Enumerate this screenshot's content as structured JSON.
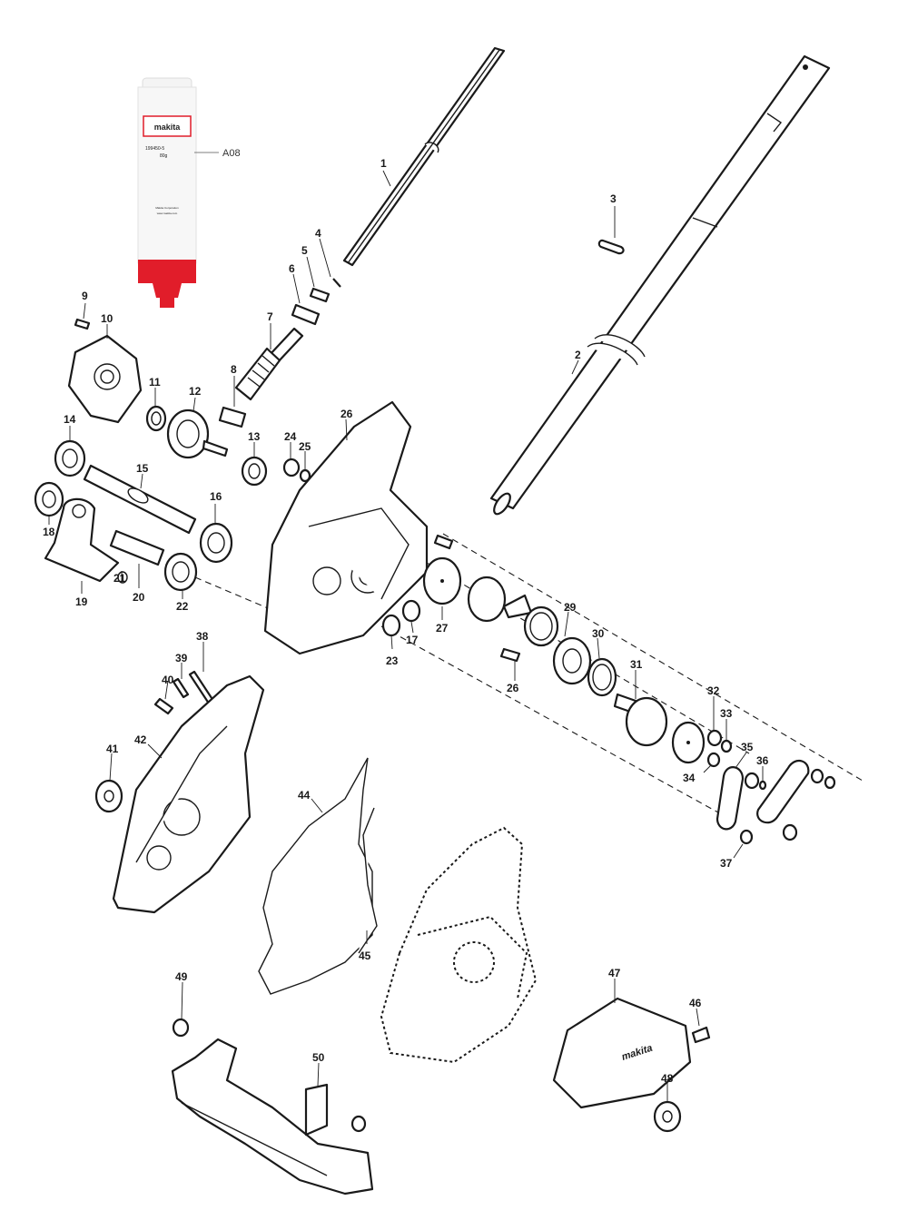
{
  "grease": {
    "brand": "makita",
    "part_number": "199450-5",
    "weight": "80g",
    "small_text_1": "Makita Corporation",
    "small_text_2": "www.makita.com",
    "label": "A08"
  },
  "callouts": [
    {
      "id": "p1",
      "text": "1"
    },
    {
      "id": "p2",
      "text": "2"
    },
    {
      "id": "p3",
      "text": "3"
    },
    {
      "id": "p4",
      "text": "4"
    },
    {
      "id": "p5",
      "text": "5"
    },
    {
      "id": "p6",
      "text": "6"
    },
    {
      "id": "p7",
      "text": "7"
    },
    {
      "id": "p8",
      "text": "8"
    },
    {
      "id": "p9",
      "text": "9"
    },
    {
      "id": "p10",
      "text": "10"
    },
    {
      "id": "p11",
      "text": "11"
    },
    {
      "id": "p12",
      "text": "12"
    },
    {
      "id": "p13",
      "text": "13"
    },
    {
      "id": "p14",
      "text": "14"
    },
    {
      "id": "p15",
      "text": "15"
    },
    {
      "id": "p16",
      "text": "16"
    },
    {
      "id": "p17",
      "text": "17"
    },
    {
      "id": "p18",
      "text": "18"
    },
    {
      "id": "p19",
      "text": "19"
    },
    {
      "id": "p20",
      "text": "20"
    },
    {
      "id": "p21",
      "text": "21"
    },
    {
      "id": "p22",
      "text": "22"
    },
    {
      "id": "p23",
      "text": "23"
    },
    {
      "id": "p24",
      "text": "24"
    },
    {
      "id": "p25",
      "text": "25"
    },
    {
      "id": "p26a",
      "text": "26"
    },
    {
      "id": "p26b",
      "text": "26"
    },
    {
      "id": "p27",
      "text": "27"
    },
    {
      "id": "p29",
      "text": "29"
    },
    {
      "id": "p30",
      "text": "30"
    },
    {
      "id": "p31",
      "text": "31"
    },
    {
      "id": "p32",
      "text": "32"
    },
    {
      "id": "p33",
      "text": "33"
    },
    {
      "id": "p34",
      "text": "34"
    },
    {
      "id": "p35",
      "text": "35"
    },
    {
      "id": "p36",
      "text": "36"
    },
    {
      "id": "p37",
      "text": "37"
    },
    {
      "id": "p38",
      "text": "38"
    },
    {
      "id": "p39",
      "text": "39"
    },
    {
      "id": "p40",
      "text": "40"
    },
    {
      "id": "p41",
      "text": "41"
    },
    {
      "id": "p42",
      "text": "42"
    },
    {
      "id": "p44",
      "text": "44"
    },
    {
      "id": "p45",
      "text": "45"
    },
    {
      "id": "p46",
      "text": "46"
    },
    {
      "id": "p47",
      "text": "47"
    },
    {
      "id": "p48",
      "text": "48"
    },
    {
      "id": "p49",
      "text": "49"
    },
    {
      "id": "p50",
      "text": "50"
    }
  ],
  "cover_logo": "makita"
}
